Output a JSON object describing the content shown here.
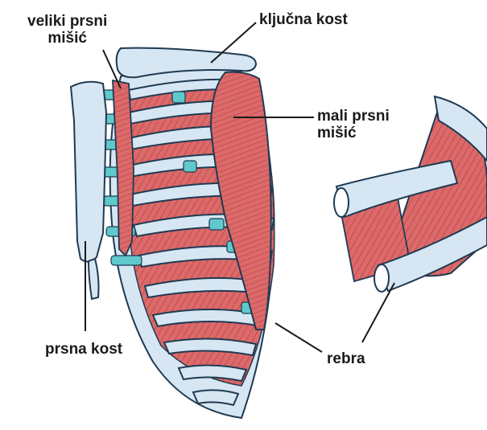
{
  "labels": {
    "veliki_prsni_misic": {
      "line1": "veliki prsni",
      "line2": "mišić"
    },
    "kljucna_kost": "ključna kost",
    "mali_prsni_misic": {
      "line1": "mali prsni",
      "line2": "mišić"
    },
    "prsna_kost": "prsna kost",
    "rebra": "rebra"
  },
  "colors": {
    "bone_fill": "#d6e6f2",
    "bone_stroke": "#1f3a52",
    "muscle_fill": "#dc6a6a",
    "muscle_fiber": "#b94747",
    "cartilage": "#5fc9cc",
    "leader_line": "#1a1a1a"
  }
}
